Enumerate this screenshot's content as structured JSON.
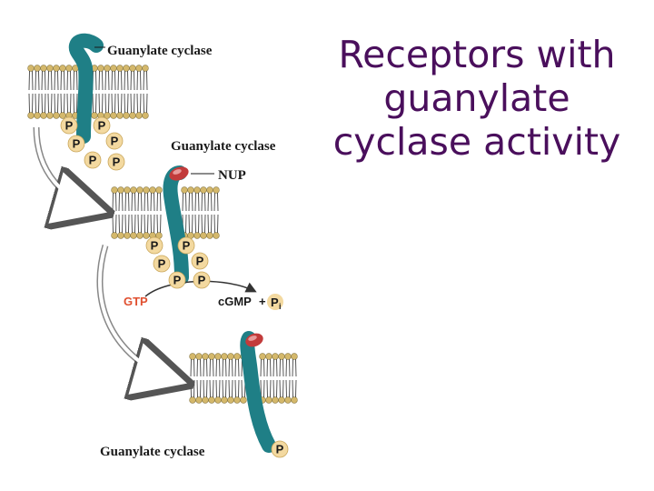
{
  "slide": {
    "title": "Receptors with guanylate cyclase activity"
  },
  "diagram": {
    "receptor_label_top": "Guanylate cyclase",
    "receptor_label_middle": "Guanylate cyclase",
    "receptor_label_bottom": "Guanylate cyclase",
    "ligand_label": "NUP",
    "phosphate_symbol": "P",
    "substrate_label": "GTP",
    "product_label": "cGMP",
    "plus_symbol": "+",
    "pi_label": "P",
    "pi_subscript": "i",
    "colors": {
      "title": "#4a0f5c",
      "receptor": "#1f7f86",
      "membrane_head": "#d4b86b",
      "phosphate": "#f3d9a0",
      "ligand": "#c23b3b",
      "gtp": "#e05030",
      "arrow": "#9a9a9a"
    }
  }
}
